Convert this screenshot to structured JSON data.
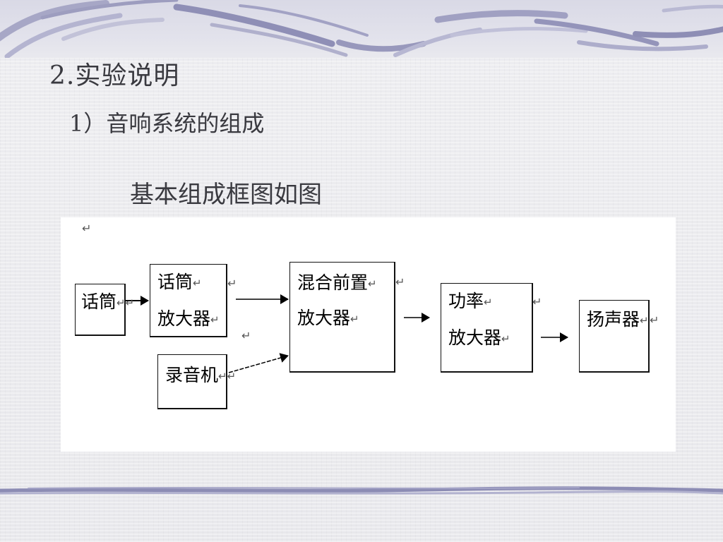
{
  "slide": {
    "title": "2.实验说明",
    "subtitle": "1）音响系统的组成",
    "caption": "基本组成框图如图"
  },
  "diagram": {
    "return_mark": "↵",
    "blocks": [
      {
        "id": "mic",
        "lines": [
          "话筒"
        ]
      },
      {
        "id": "mic_amp",
        "lines": [
          "话筒",
          "放大器"
        ]
      },
      {
        "id": "recorder",
        "lines": [
          "录音机"
        ]
      },
      {
        "id": "mixer_preamp",
        "lines": [
          "混合前置",
          "放大器"
        ]
      },
      {
        "id": "power_amp",
        "lines": [
          "功率",
          "放大器"
        ]
      },
      {
        "id": "speaker",
        "lines": [
          "扬声器"
        ]
      }
    ],
    "connections": [
      [
        "mic",
        "mic_amp"
      ],
      [
        "mic_amp",
        "mixer_preamp"
      ],
      [
        "recorder",
        "mixer_preamp"
      ],
      [
        "mixer_preamp",
        "power_amp"
      ],
      [
        "power_amp",
        "speaker"
      ]
    ]
  },
  "colors": {
    "text": "#3a3a40",
    "band": "#8c8cb4",
    "box_border": "#111111"
  }
}
